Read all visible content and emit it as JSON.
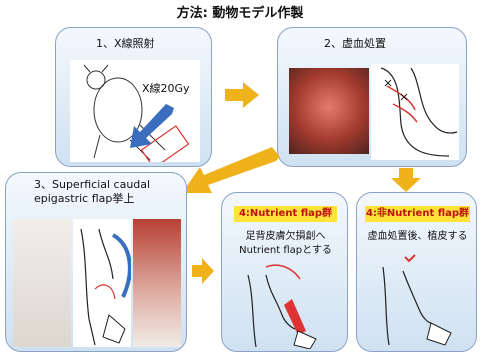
{
  "title": "方法: 動物モデル作製",
  "panels": [
    {
      "label": "1、X線照射",
      "annotation": "X線20Gy"
    },
    {
      "label": "2、虚血処置"
    },
    {
      "label_line1": "3、Superficial caudal",
      "label_line2": "epigastric flap挙上"
    },
    {
      "badge": "4:Nutrient flap群",
      "text_line1": "足背皮膚欠損創へ",
      "text_line2": "Nutrient flapとする"
    },
    {
      "badge": "4:非Nutrient flap群",
      "text_line1": "虚血処置後、植皮する"
    }
  ],
  "colors": {
    "panel_border": "#8aa3c4",
    "arrow": "#f0b21a",
    "badge": "#ffe23a",
    "badge_text": "#c01010",
    "blue_arrow": "#3b6dbf"
  }
}
